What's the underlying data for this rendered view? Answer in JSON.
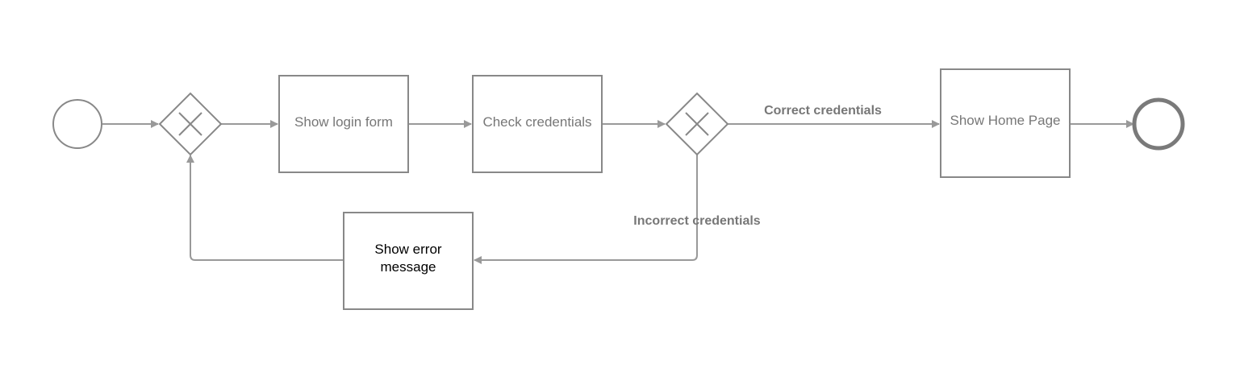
{
  "diagram": {
    "tasks": {
      "show_login_form": "Show login form",
      "check_credentials": "Check credentials",
      "show_home_page": "Show Home Page",
      "show_error_message_line1": "Show error",
      "show_error_message_line2": "message"
    },
    "flows": {
      "correct": "Correct credentials",
      "incorrect": "Incorrect credentials"
    },
    "colors": {
      "stroke": "#888888",
      "arrow": "#999999",
      "label": "#777777",
      "error_text": "#000000",
      "end_stroke": "#7a7a7a"
    }
  }
}
